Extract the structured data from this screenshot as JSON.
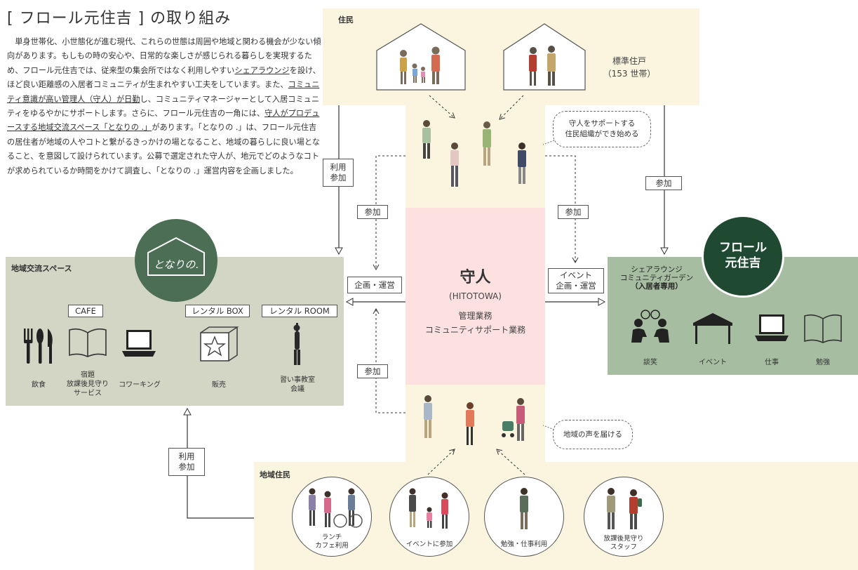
{
  "title": "[ フロール元住吉 ] の取り組み",
  "intro": {
    "s1": "単身世帯化、小世態化が進む現代、これらの世態は周囲や地域と関わる機会が少ない傾向があります。もしもの時の安心や、日常的な楽しさが感じられる暮らしを実現するため、フロール元住吉では、従来型の集会所ではなく利用しやすい",
    "u1": "シェアラウンジ",
    "s2": "を設け、ほど良い距離感の入居者コミュニティが生まれやすい工夫をしています。また、",
    "u2": "コミュニティ意識が高い管理人（守人）が日勤",
    "s3": "し、コミュニティマネージャーとして入居コミュニティをゆるやかにサポートします。さらに、フロール元住吉の一角には、",
    "u3": "守人がプロデュースする地域交流スペース「となりの .」",
    "s4": "があります。「となりの .」は、フロール元住吉の居住者が地域の人やコトと繋がるきっかけの場となること、地域の暮らしに良い場となること、を意図して設けられています。公募で選定された守人が、地元でどのようなコトが求められているか時間をかけて調査し、「となりの .」運営内容を企画しました。"
  },
  "residents": {
    "label": "住民",
    "unit_label": "標準住戸",
    "unit_count": "（153 世帯）",
    "support_bubble_line1": "守人をサポートする",
    "support_bubble_line2": "住民組織ができ始める"
  },
  "center": {
    "title": "守人",
    "subtitle": "(HITOTOWA)",
    "role1": "管理業務",
    "role2": "コミュニティサポート業務"
  },
  "local_space": {
    "label": "地域交流スペース",
    "logo_text": "となりの.",
    "tags": {
      "cafe": "CAFE",
      "box": "レンタル BOX",
      "room": "レンタル ROOM"
    },
    "items": [
      {
        "caption": "飲食"
      },
      {
        "caption": "宿題\n放課後見守り\nサービス"
      },
      {
        "caption": "コワーキング"
      },
      {
        "caption": "販売"
      },
      {
        "caption": "習い事教室\n会議"
      }
    ]
  },
  "share_lounge": {
    "label_line1": "シェアラウンジ",
    "label_line2": "コミュニティガーデン",
    "label_line3": "（入居者専用）",
    "logo_line1": "フロール",
    "logo_line2": "元住吉",
    "items": [
      {
        "caption": "談笑"
      },
      {
        "caption": "イベント"
      },
      {
        "caption": "仕事"
      },
      {
        "caption": "勉強"
      }
    ]
  },
  "local_residents": {
    "label": "地域住民",
    "voice_bubble": "地域の声を届ける",
    "circles": [
      {
        "caption": "ランチ\nカフェ利用"
      },
      {
        "caption": "イベントに参加"
      },
      {
        "caption": "勉強・仕事利用"
      },
      {
        "caption": "放課後見守り\nスタッフ"
      }
    ]
  },
  "labels": {
    "use_join_line1": "利用",
    "use_join_line2": "参加",
    "join": "参加",
    "plan_manage": "企画・運営",
    "event_line1": "イベント",
    "event_line2": "企画・運営"
  },
  "colors": {
    "cream": "#fbf5df",
    "pink": "#fde1e1",
    "gray_green": "#d3d6c5",
    "green": "#a6bda1",
    "dark_green": "#2f5a3d"
  }
}
